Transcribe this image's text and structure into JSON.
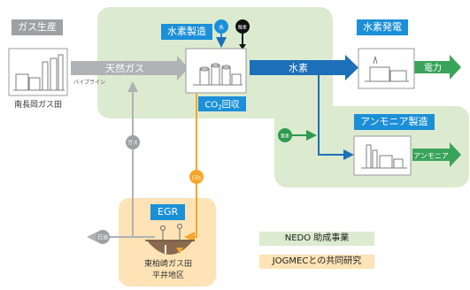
{
  "sections": {
    "gas_production": "ガス生産",
    "hydrogen_production": "水素製造",
    "hydrogen_power": "水素発電",
    "ammonia_production": "アンモニア製造",
    "egr": "EGR"
  },
  "labels": {
    "gas_field": "南長岡ガス田",
    "natural_gas": "天然ガス",
    "pipeline": "パイプライン",
    "water": "水",
    "oxygen": "酸素",
    "hydrogen": "水素",
    "co2_recovery_prefix": "CO",
    "co2_recovery_sub": "2",
    "co2_recovery_suffix": "回収",
    "electric_power": "電力",
    "nitrogen": "窒素",
    "ammonia": "アンモニア",
    "gas": "ガス",
    "co2_prefix": "CO",
    "co2_sub": "2",
    "oil": "石油",
    "egr_field_line1": "東柏崎ガス田",
    "egr_field_line2": "平井地区"
  },
  "legend": {
    "nedo": "NEDO 助成事業",
    "jogmec": "JOGMECとの共同研究"
  },
  "colors": {
    "nedo_green": "#dcebd0",
    "jogmec_orange": "#fde3b5",
    "hydrogen_blue": "#1c6fb8",
    "power_green": "#3aa35a",
    "co2_orange": "#f4a72b",
    "gas_gray": "#b0b2b5"
  }
}
